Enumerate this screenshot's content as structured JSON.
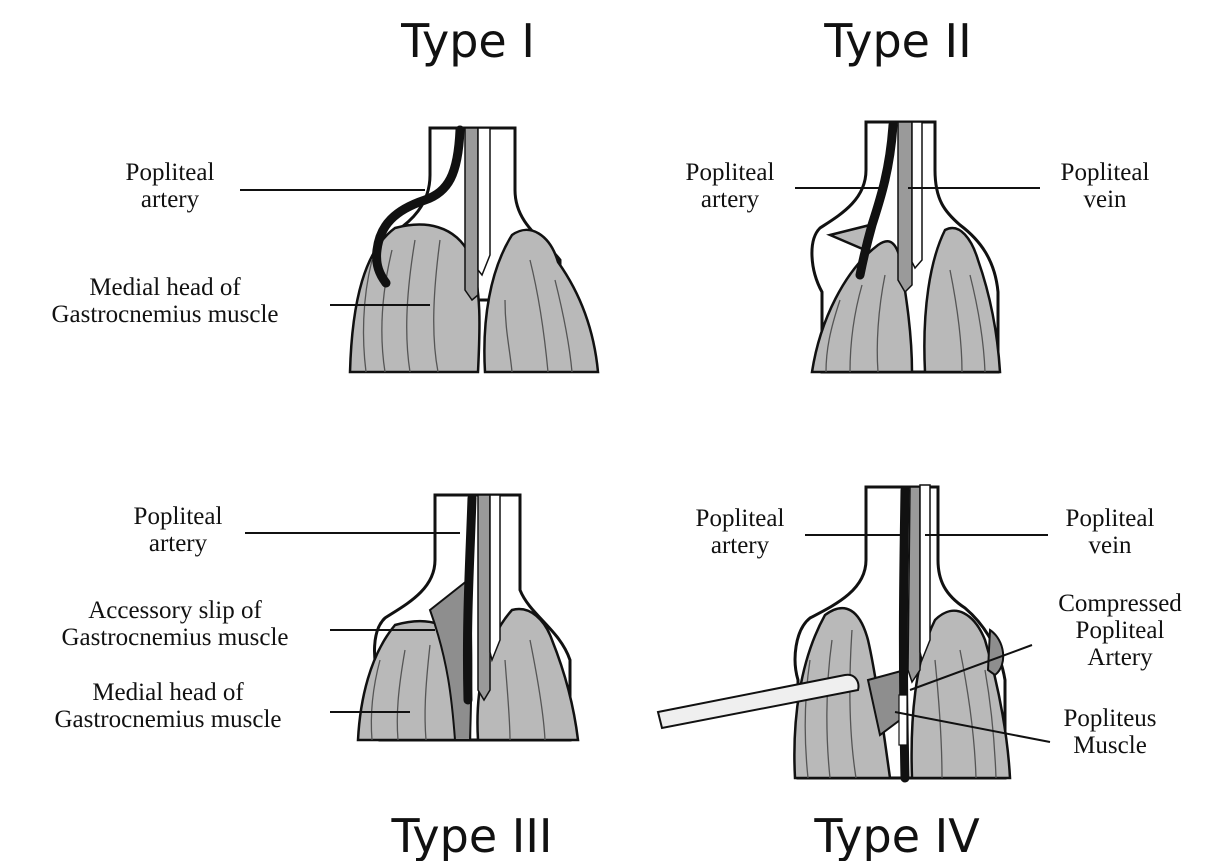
{
  "panels": [
    {
      "title": "Type I",
      "labels": {
        "popliteal_artery": "Popliteal\nartery",
        "medial_head": "Medial head of\nGastrocnemius muscle"
      }
    },
    {
      "title": "Type II",
      "labels": {
        "popliteal_artery": "Popliteal\nartery",
        "popliteal_vein": "Popliteal\nvein"
      }
    },
    {
      "title": "Type III",
      "labels": {
        "popliteal_artery": "Popliteal\nartery",
        "accessory_slip": "Accessory slip of\nGastrocnemius muscle",
        "medial_head": "Medial head of\nGastrocnemius muscle"
      }
    },
    {
      "title": "Type IV",
      "labels": {
        "popliteal_artery": "Popliteal\nartery",
        "popliteal_vein": "Popliteal\nvein",
        "compressed_artery": "Compressed\nPopliteal\nArtery",
        "popliteus_muscle": "Popliteus\nMuscle"
      }
    }
  ]
}
